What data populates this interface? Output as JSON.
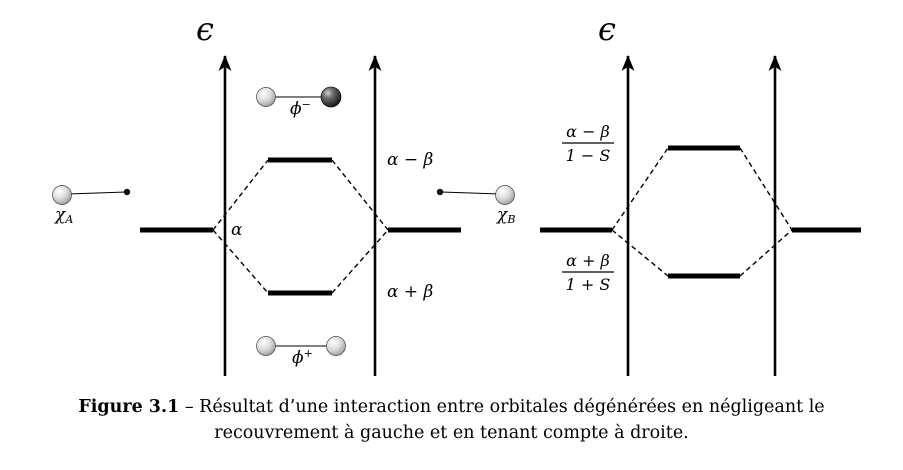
{
  "colors": {
    "background": "#ffffff",
    "ink": "#000000",
    "sphere_light": "#d9d9d9",
    "sphere_dark": "#222222"
  },
  "left_diagram": {
    "axis_label": "ϵ",
    "alpha_label": "α",
    "antibonding_label": "α − β",
    "bonding_label": "α + β",
    "chi": "χ",
    "chi_a_subscript": "A",
    "chi_b_subscript": "B",
    "phi": "ϕ",
    "phi_minus_superscript": "−",
    "phi_plus_superscript": "+"
  },
  "right_diagram": {
    "axis_label": "ϵ",
    "antibonding_fraction": {
      "numerator": "α − β",
      "denominator": "1 − S"
    },
    "bonding_fraction": {
      "numerator": "α + β",
      "denominator": "1 + S"
    }
  },
  "caption": {
    "label": "Figure 3.1",
    "line1": " – Résultat d’une interaction entre orbitales dégénérées en négligeant le",
    "line2": "recouvrement à gauche et en tenant compte à droite."
  }
}
